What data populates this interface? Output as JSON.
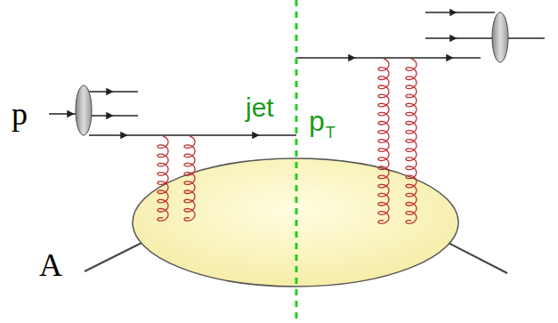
{
  "diagram": {
    "labels": [
      "p",
      "jet",
      "p",
      "T",
      "A"
    ]
  }
}
